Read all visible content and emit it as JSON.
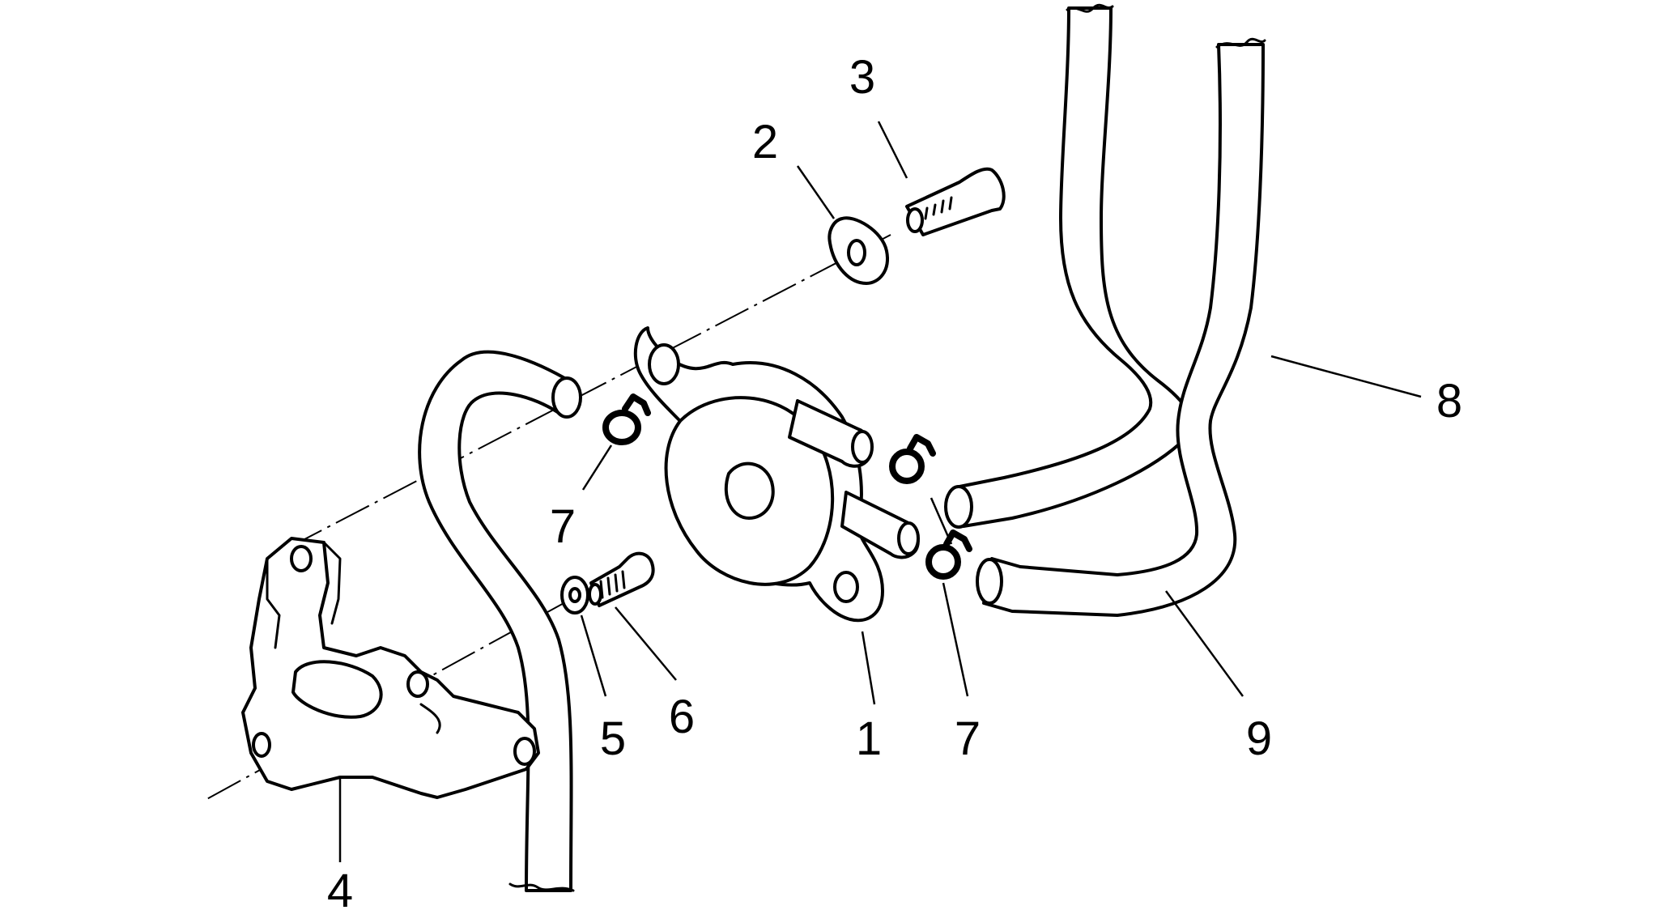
{
  "diagram": {
    "callouts": [
      {
        "id": "c1",
        "text": "1"
      },
      {
        "id": "c2",
        "text": "2"
      },
      {
        "id": "c3",
        "text": "3"
      },
      {
        "id": "c4",
        "text": "4"
      },
      {
        "id": "c5",
        "text": "5"
      },
      {
        "id": "c6",
        "text": "6"
      },
      {
        "id": "c7a",
        "text": "7"
      },
      {
        "id": "c7b",
        "text": "7"
      },
      {
        "id": "c8",
        "text": "8"
      },
      {
        "id": "c9",
        "text": "9"
      }
    ]
  }
}
